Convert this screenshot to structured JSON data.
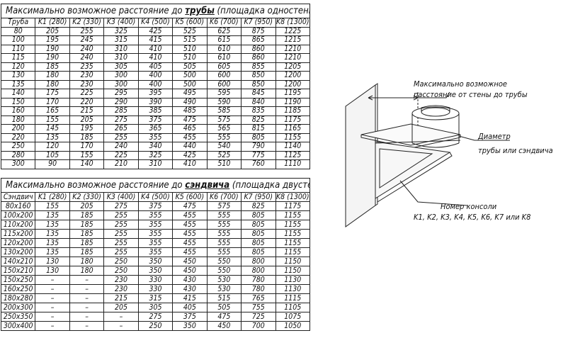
{
  "table1": {
    "title_pre": "Максимально возможное расстояние до ",
    "title_bold": "трубы",
    "title_post": " (площадка одностенная)",
    "headers": [
      "Труба",
      "K1 (280)",
      "K2 (330)",
      "K3 (400)",
      "K4 (500)",
      "K5 (600)",
      "K6 (700)",
      "K7 (950)",
      "K8 (1300)"
    ],
    "rows": [
      [
        "80",
        "205",
        "255",
        "325",
        "425",
        "525",
        "625",
        "875",
        "1225"
      ],
      [
        "100",
        "195",
        "245",
        "315",
        "415",
        "515",
        "615",
        "865",
        "1215"
      ],
      [
        "110",
        "190",
        "240",
        "310",
        "410",
        "510",
        "610",
        "860",
        "1210"
      ],
      [
        "115",
        "190",
        "240",
        "310",
        "410",
        "510",
        "610",
        "860",
        "1210"
      ],
      [
        "120",
        "185",
        "235",
        "305",
        "405",
        "505",
        "605",
        "855",
        "1205"
      ],
      [
        "130",
        "180",
        "230",
        "300",
        "400",
        "500",
        "600",
        "850",
        "1200"
      ],
      [
        "135",
        "180",
        "230",
        "300",
        "400",
        "500",
        "600",
        "850",
        "1200"
      ],
      [
        "140",
        "175",
        "225",
        "295",
        "395",
        "495",
        "595",
        "845",
        "1195"
      ],
      [
        "150",
        "170",
        "220",
        "290",
        "390",
        "490",
        "590",
        "840",
        "1190"
      ],
      [
        "160",
        "165",
        "215",
        "285",
        "385",
        "485",
        "585",
        "835",
        "1185"
      ],
      [
        "180",
        "155",
        "205",
        "275",
        "375",
        "475",
        "575",
        "825",
        "1175"
      ],
      [
        "200",
        "145",
        "195",
        "265",
        "365",
        "465",
        "565",
        "815",
        "1165"
      ],
      [
        "220",
        "135",
        "185",
        "255",
        "355",
        "455",
        "555",
        "805",
        "1155"
      ],
      [
        "250",
        "120",
        "170",
        "240",
        "340",
        "440",
        "540",
        "790",
        "1140"
      ],
      [
        "280",
        "105",
        "155",
        "225",
        "325",
        "425",
        "525",
        "775",
        "1125"
      ],
      [
        "300",
        "90",
        "140",
        "210",
        "310",
        "410",
        "510",
        "760",
        "1110"
      ]
    ]
  },
  "table2": {
    "title_pre": "Максимально возможное расстояние до ",
    "title_bold": "сэндвича",
    "title_post": " (площадка двустенная)",
    "headers": [
      "Сэндвич",
      "K1 (280)",
      "K2 (330)",
      "K3 (400)",
      "K4 (500)",
      "K5 (600)",
      "K6 (700)",
      "K7 (950)",
      "K8 (1300)"
    ],
    "rows": [
      [
        "80x160",
        "155",
        "205",
        "275",
        "375",
        "475",
        "575",
        "825",
        "1175"
      ],
      [
        "100x200",
        "135",
        "185",
        "255",
        "355",
        "455",
        "555",
        "805",
        "1155"
      ],
      [
        "110x200",
        "135",
        "185",
        "255",
        "355",
        "455",
        "555",
        "805",
        "1155"
      ],
      [
        "115x200",
        "135",
        "185",
        "255",
        "355",
        "455",
        "555",
        "805",
        "1155"
      ],
      [
        "120x200",
        "135",
        "185",
        "255",
        "355",
        "455",
        "555",
        "805",
        "1155"
      ],
      [
        "130x200",
        "135",
        "185",
        "255",
        "355",
        "455",
        "555",
        "805",
        "1155"
      ],
      [
        "140x210",
        "130",
        "180",
        "250",
        "350",
        "450",
        "550",
        "800",
        "1150"
      ],
      [
        "150x210",
        "130",
        "180",
        "250",
        "350",
        "450",
        "550",
        "800",
        "1150"
      ],
      [
        "150x250",
        "–",
        "–",
        "230",
        "330",
        "430",
        "530",
        "780",
        "1130"
      ],
      [
        "160x250",
        "–",
        "–",
        "230",
        "330",
        "430",
        "530",
        "780",
        "1130"
      ],
      [
        "180x280",
        "–",
        "–",
        "215",
        "315",
        "415",
        "515",
        "765",
        "1115"
      ],
      [
        "200x300",
        "–",
        "–",
        "205",
        "305",
        "405",
        "505",
        "755",
        "1105"
      ],
      [
        "250x350",
        "–",
        "–",
        "–",
        "275",
        "375",
        "475",
        "725",
        "1075"
      ],
      [
        "300x400",
        "–",
        "–",
        "–",
        "250",
        "350",
        "450",
        "700",
        "1050"
      ]
    ]
  },
  "diagram": {
    "label_distance_1": "Максимально возможное",
    "label_distance_2": "расстояние от стены до трубы",
    "label_diameter_1": "Диаметр",
    "label_diameter_2": "трубы или сэндвича",
    "label_console_1": "Номер консоли",
    "label_console_2": "K1, K2, K3, K4, K5, K6, K7 или K8"
  }
}
